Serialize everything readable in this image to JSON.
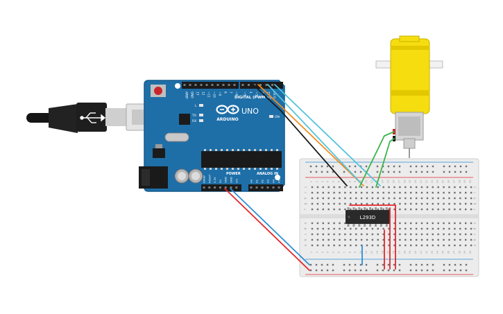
{
  "board": {
    "brand": "ARDUINO",
    "model": "UNO",
    "digital_label": "DIGITAL (PWM ~)",
    "power_label": "POWER",
    "analog_label": "ANALOG IN",
    "on_label": "ON",
    "led_l": "L",
    "led_tx": "TX",
    "led_rx": "RX",
    "digital_pins": [
      "AREF",
      "GND",
      "13",
      "12",
      "~11",
      "~10",
      "~9",
      "8",
      "7",
      "~6",
      "~5",
      "4",
      "~3",
      "2",
      "TX 1",
      "RX 0"
    ],
    "power_pins": [
      "IOREF",
      "RESET",
      "3.3V",
      "5V",
      "GND",
      "GND",
      "Vin"
    ],
    "analog_pins": [
      "A0",
      "A1",
      "A2",
      "A3",
      "A4",
      "A5"
    ]
  },
  "chip": {
    "label": "L293D"
  },
  "breadboard": {
    "row_letters_top": [
      "j",
      "i",
      "h",
      "g",
      "f"
    ],
    "row_letters_bottom": [
      "e",
      "d",
      "c",
      "b",
      "a"
    ],
    "column_count": 30
  },
  "colors": {
    "pcb": "#1e6fa8",
    "pcb_dark": "#155a8c",
    "motor_yellow": "#f5dd10",
    "wire_black": "#1a1a1a",
    "wire_orange": "#f28c1e",
    "wire_cyan": "#52c3dc",
    "wire_green": "#3cb44a",
    "wire_red": "#e4262b",
    "wire_blue": "#2a8fd6"
  }
}
